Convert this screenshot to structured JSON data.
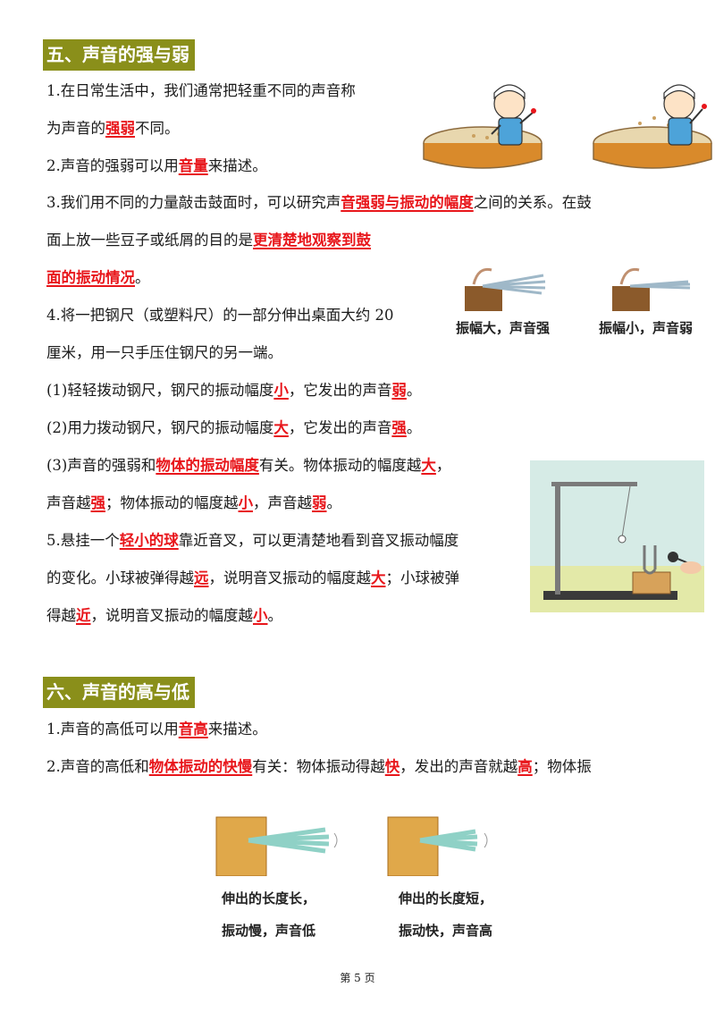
{
  "section5": {
    "heading": "五、声音的强与弱",
    "items": [
      {
        "id": "p1a",
        "parts": [
          {
            "t": "1.在日常生活中，我们通常把轻重不同的声音称"
          }
        ]
      },
      {
        "id": "p1b",
        "parts": [
          {
            "t": "为声音的"
          },
          {
            "t": "强弱",
            "a": true
          },
          {
            "t": "不同。"
          }
        ]
      },
      {
        "id": "p2",
        "parts": [
          {
            "t": "2.声音的强弱可以用"
          },
          {
            "t": "音量",
            "a": true
          },
          {
            "t": "来描述。"
          }
        ]
      },
      {
        "id": "p3a",
        "parts": [
          {
            "t": "3.我们用不同的力量敲击鼓面时，可以研究声"
          },
          {
            "t": "音强弱与振动的幅度",
            "a": true
          },
          {
            "t": "之间的关系。在鼓"
          }
        ]
      },
      {
        "id": "p3b",
        "parts": [
          {
            "t": "面上放一些豆子或纸屑的目的是"
          },
          {
            "t": "更清楚地观察到鼓",
            "a": true
          }
        ]
      },
      {
        "id": "p3c",
        "parts": [
          {
            "t": "面的振动情况",
            "a": true
          },
          {
            "t": "。"
          }
        ]
      },
      {
        "id": "p4a",
        "parts": [
          {
            "t": "4.将一把钢尺（或塑料尺）的一部分伸出桌面大约 20"
          }
        ]
      },
      {
        "id": "p4b",
        "parts": [
          {
            "t": "厘米，用一只手压住钢尺的另一端。"
          }
        ]
      },
      {
        "id": "p4c",
        "parts": [
          {
            "t": "(1)轻轻拨动钢尺，钢尺的振动幅度"
          },
          {
            "t": "小",
            "a": true
          },
          {
            "t": "，它发出的声音"
          },
          {
            "t": "弱",
            "a": true
          },
          {
            "t": "。"
          }
        ]
      },
      {
        "id": "p4d",
        "parts": [
          {
            "t": "(2)用力拨动钢尺，钢尺的振动幅度"
          },
          {
            "t": "大",
            "a": true
          },
          {
            "t": "，它发出的声音"
          },
          {
            "t": "强",
            "a": true
          },
          {
            "t": "。"
          }
        ]
      },
      {
        "id": "p4e",
        "parts": [
          {
            "t": "(3)声音的强弱和"
          },
          {
            "t": "物体的振动幅度",
            "a": true
          },
          {
            "t": "有关。物体振动的幅度越"
          },
          {
            "t": "大",
            "a": true
          },
          {
            "t": "，"
          }
        ]
      },
      {
        "id": "p4f",
        "parts": [
          {
            "t": "声音越"
          },
          {
            "t": "强",
            "a": true
          },
          {
            "t": "；物体振动的幅度越"
          },
          {
            "t": "小",
            "a": true
          },
          {
            "t": "，声音越"
          },
          {
            "t": "弱",
            "a": true
          },
          {
            "t": "。"
          }
        ]
      },
      {
        "id": "p5a",
        "parts": [
          {
            "t": "5.悬挂一个"
          },
          {
            "t": "轻小的球",
            "a": true
          },
          {
            "t": "靠近音叉，可以更清楚地看到音叉振动幅度"
          }
        ]
      },
      {
        "id": "p5b",
        "parts": [
          {
            "t": "的变化。小球被弹得越"
          },
          {
            "t": "远",
            "a": true
          },
          {
            "t": "，说明音叉振动的幅度越"
          },
          {
            "t": "大",
            "a": true
          },
          {
            "t": "；小球被弹"
          }
        ]
      },
      {
        "id": "p5c",
        "parts": [
          {
            "t": "得越"
          },
          {
            "t": "近",
            "a": true
          },
          {
            "t": "，说明音叉振动的幅度越"
          },
          {
            "t": "小",
            "a": true
          },
          {
            "t": "。"
          }
        ]
      }
    ],
    "ruler_captions": [
      "振幅大，声音强",
      "振幅小，声音弱"
    ]
  },
  "section6": {
    "heading": "六、声音的高与低",
    "items": [
      {
        "id": "q1",
        "parts": [
          {
            "t": "1.声音的高低可以用"
          },
          {
            "t": "音高",
            "a": true
          },
          {
            "t": "来描述。"
          }
        ]
      },
      {
        "id": "q2",
        "parts": [
          {
            "t": "2.声音的高低和"
          },
          {
            "t": "物体振动的快慢",
            "a": true
          },
          {
            "t": "有关：物体振动得越"
          },
          {
            "t": "快",
            "a": true
          },
          {
            "t": "，发出的声音就越"
          },
          {
            "t": "高",
            "a": true
          },
          {
            "t": "；物体振"
          }
        ]
      }
    ],
    "ruler_captions": [
      {
        "l1": "伸出的长度长，",
        "l2": "振动慢，声音低"
      },
      {
        "l1": "伸出的长度短，",
        "l2": "振动快，声音高"
      }
    ]
  },
  "footer": {
    "text": "第 5 页"
  },
  "colors": {
    "heading_bg": "#8a8f1a",
    "answer": "#e8161b"
  }
}
